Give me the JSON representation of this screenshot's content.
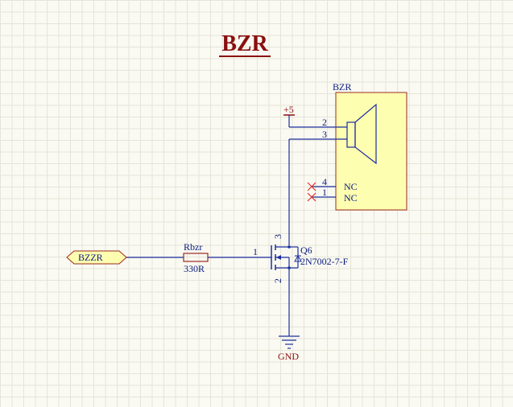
{
  "title": "BZR",
  "buzzer": {
    "designator": "BZR",
    "pins": [
      {
        "number": "2",
        "label": ""
      },
      {
        "number": "3",
        "label": ""
      },
      {
        "number": "4",
        "label": "NC"
      },
      {
        "number": "1",
        "label": "NC"
      }
    ]
  },
  "power": {
    "label": "+5"
  },
  "ground": {
    "label": "GND"
  },
  "resistor": {
    "designator": "Rbzr",
    "value": "330R"
  },
  "transistor": {
    "designator": "Q6",
    "part": "2N7002-7-F",
    "pin_gate": "1",
    "pin_drain": "3",
    "pin_source": "2"
  },
  "net_port": {
    "label": "BZZR"
  },
  "colors": {
    "wire": "#1c2ea0",
    "component_fill": "#fefeb0",
    "component_stroke": "#9b2a20",
    "title": "#8a0f0f",
    "power": "#8a0f0f",
    "no_connect": "#e03030"
  }
}
